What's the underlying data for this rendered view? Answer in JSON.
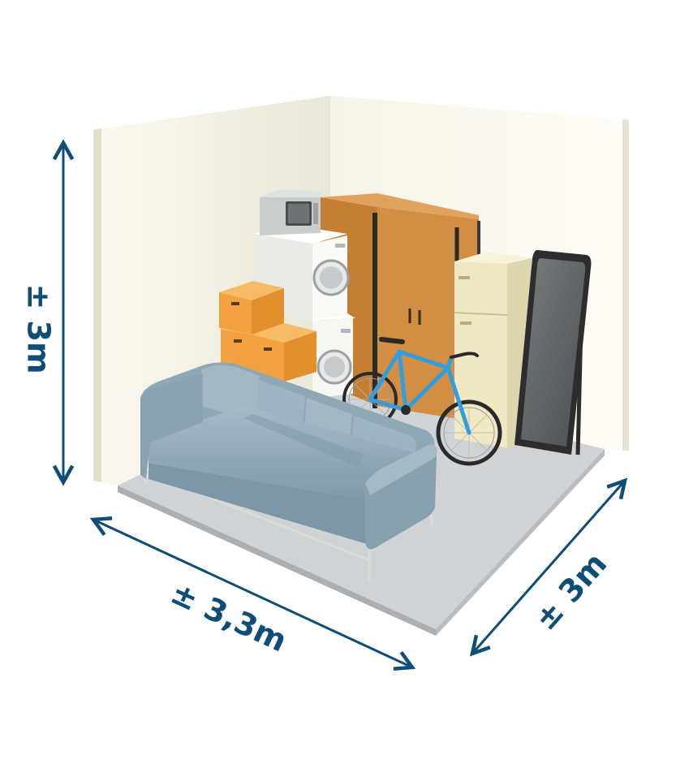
{
  "dimensions": {
    "height_label": "± 3m",
    "width_label": "± 3,3m",
    "depth_label": "± 3m"
  },
  "colors": {
    "dimension": "#0e4d75",
    "wall_back": "#fbf8ef",
    "wall_left": "#efebdc",
    "floor": "#cdd1d4",
    "wood": "#cf8a3d",
    "box": "#f3a84a",
    "sofa": "#8fa9b6",
    "fridge": "#f1ebc6",
    "bike": "#2f9fe0"
  },
  "items": [
    {
      "name": "microwave"
    },
    {
      "name": "washing-machine-top"
    },
    {
      "name": "washing-machine-bottom"
    },
    {
      "name": "wardrobe"
    },
    {
      "name": "cardboard-box-top"
    },
    {
      "name": "cardboard-box-bottom-left"
    },
    {
      "name": "cardboard-box-bottom-right"
    },
    {
      "name": "fridge"
    },
    {
      "name": "standing-mirror"
    },
    {
      "name": "bicycle"
    },
    {
      "name": "sofa"
    }
  ]
}
